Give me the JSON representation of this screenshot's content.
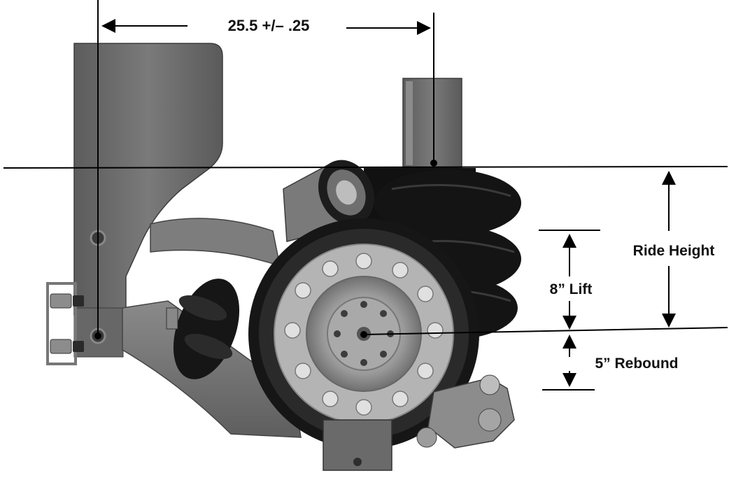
{
  "dimensions": {
    "spacing_label": "25.5 +/– .25",
    "ride_height_label": "Ride Height",
    "lift_label": "8” Lift",
    "rebound_label": "5” Rebound"
  },
  "colors": {
    "background": "#ffffff",
    "line": "#000000",
    "bracket": "#6e6e6e",
    "bracket_dark": "#4a4a4a",
    "airbag": "#141414",
    "hub": "#9a9a9a",
    "rim": "#b5b5b5",
    "bolt": "#d9d9d9"
  },
  "icons": {
    "hanger_bracket": "hanger-bracket-icon",
    "air_spring": "air-spring-icon",
    "lift_bag": "lift-bag-icon",
    "wheel_hub": "wheel-hub-icon",
    "brake_chamber": "brake-chamber-icon"
  }
}
